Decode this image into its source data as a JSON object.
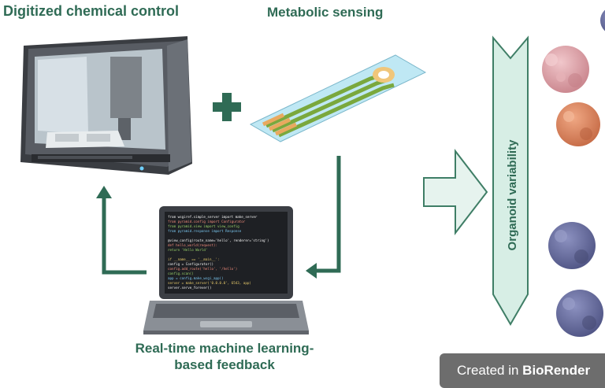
{
  "labels": {
    "chemical_control": "Digitized chemical control",
    "metabolic_sensing": "Metabolic sensing",
    "ml_feedback": "Real-time machine learning-based feedback",
    "organoid_variability": "Organoid variability"
  },
  "badge": {
    "prefix": "Created in ",
    "brand": "BioRender"
  },
  "code_lines": [
    "from wsgiref.simple_server import make_server",
    "from pyramid.config import Configurator",
    "from pyramid.view import view_config",
    "from pyramid.response import Response",
    "",
    "@view_config(route_name='hello', renderer='string')",
    "def hello_world(request):",
    "    return 'Hello World'",
    "",
    "if __name__ == '__main__':",
    "    config = Configurator()",
    "    config.add_route('hello', '/hello')",
    "    config.scan()",
    "    app = config.make_wsgi_app()",
    "    server = make_server('0.0.0.0', 6543, app)",
    "    server.serve_forever()"
  ],
  "colors": {
    "arrow_green": "#2f6b55",
    "label_green": "#2f6b55",
    "variability_fill": "#d7eee5",
    "organoid_pink": "#dba0a6",
    "organoid_orange": "#d98661",
    "organoid_blue": "#6a6f9e"
  }
}
